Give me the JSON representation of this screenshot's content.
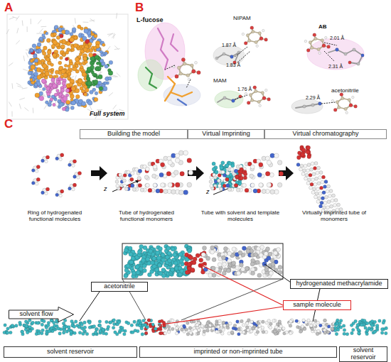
{
  "diagram": {
    "nodes": [
      {
        "text": [
          "Building the model"
        ]
      },
      {
        "text": [
          "Virtual Imprinting"
        ]
      },
      {
        "text": [
          "Virtual chromatography"
        ]
      },
      {
        "text": [
          "acetonitrile"
        ]
      },
      {
        "text": [
          "hydrogenated methacrylamide"
        ]
      },
      {
        "text": [
          "sample molecule"
        ]
      },
      {
        "text": [
          "solvent flow"
        ]
      },
      {
        "text": [
          "solvent reservoir"
        ]
      },
      {
        "text": [
          "imprinted or non-imprinted tube"
        ]
      },
      {
        "text": [
          "solvent reservoir"
        ]
      }
    ],
    "labels": [
      "A",
      "B",
      "C",
      "Full system",
      "L-fucose",
      "NIPAM",
      "1.87 Å",
      "1.83 Å",
      "AB",
      "2.01 Å",
      "2.31 Å",
      "MAM",
      "1.76 Å",
      "acetonitrile",
      "2.29 Å",
      "Ring of hydrogenated functional molecules",
      "Tube of hydrogenated functional monomers",
      "z",
      "Tube with solvent and template molecules",
      "z",
      "Virtually imprinted tube of monomers"
    ]
  }
}
